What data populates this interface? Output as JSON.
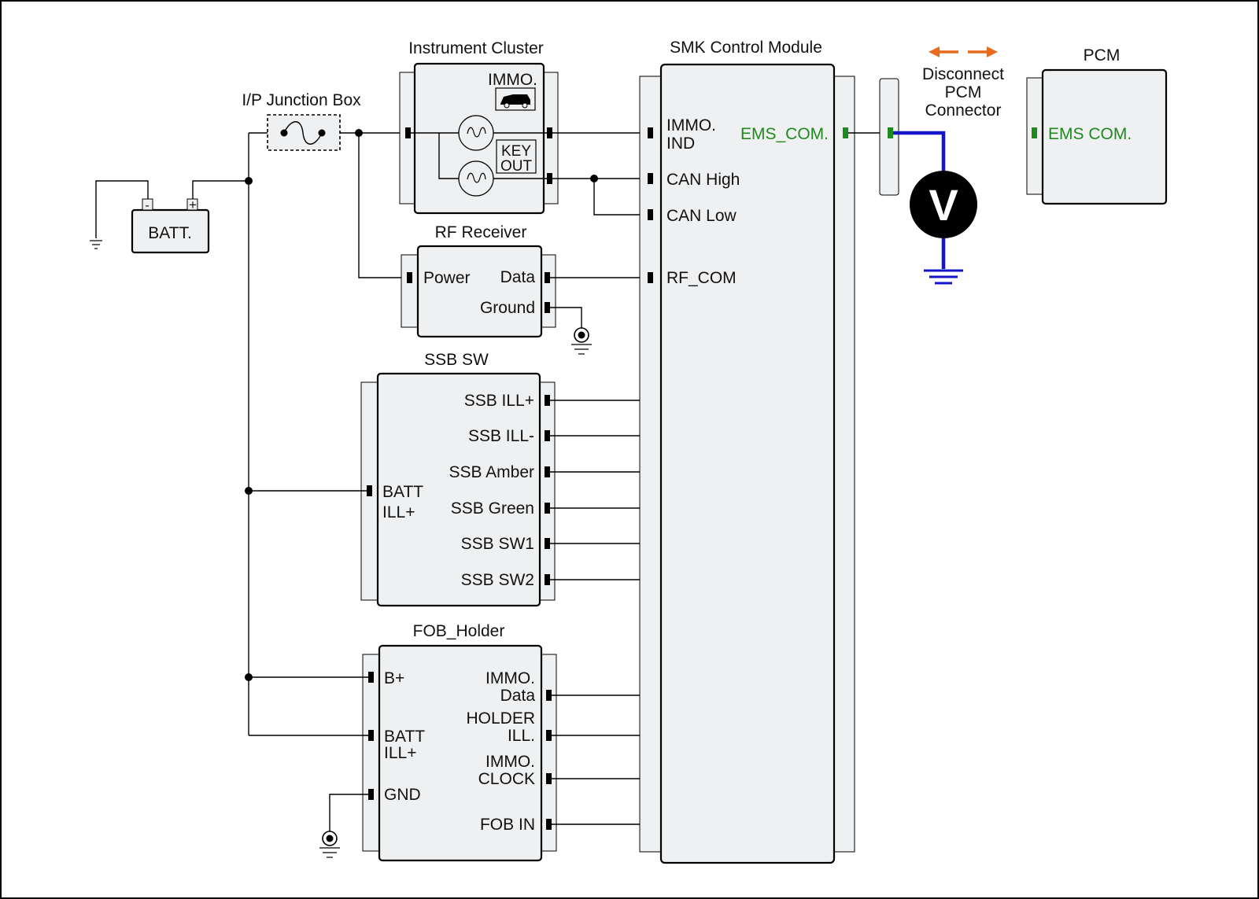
{
  "labels": {
    "ip_junction_box": "I/P Junction Box",
    "instrument_cluster": "Instrument Cluster",
    "immo_indicator": "IMMO.",
    "key_out": [
      "KEY",
      "OUT"
    ],
    "battery": "BATT.",
    "battery_minus": "-",
    "battery_plus": "+",
    "rf_receiver": "RF Receiver",
    "rf_power": "Power",
    "rf_data": "Data",
    "rf_ground": "Ground",
    "ssb_sw": "SSB SW",
    "ssb_batt_ill": [
      "BATT",
      "ILL+"
    ],
    "fob_holder": "FOB_Holder",
    "fob_b_plus": "B+",
    "fob_batt_ill": [
      "BATT",
      "ILL+"
    ],
    "fob_gnd": "GND",
    "smk_module": "SMK Control Module",
    "smk_immo_ind": [
      "IMMO.",
      "IND"
    ],
    "smk_ems_com": "EMS_COM.",
    "smk_can_high": "CAN High",
    "smk_can_low": "CAN Low",
    "smk_rf_com": "RF_COM",
    "disconnect_note": [
      "Disconnect",
      "PCM",
      "Connector"
    ],
    "pcm": "PCM",
    "pcm_ems_com": "EMS COM.",
    "voltmeter": "V"
  },
  "ssb_pins": [
    {
      "left": "SSB ILL+",
      "right": "SSB ILL+"
    },
    {
      "left": "SSB ILL-",
      "right": "SSB ILL-"
    },
    {
      "left": "SSB Amber",
      "right": "SSB Amber"
    },
    {
      "left": "SSB Green",
      "right": "SSB Green"
    },
    {
      "left": "SSB SW1",
      "right": "SSB SW1"
    },
    {
      "left": "SSB SW2",
      "right": "SSB SW2"
    }
  ],
  "fob_pins": [
    {
      "left": [
        "IMMO.",
        "Data"
      ],
      "right": "IMMO.Data"
    },
    {
      "left": [
        "HOLDER",
        "ILL."
      ],
      "right": "HOLDER ILL."
    },
    {
      "left": [
        "IMMO.",
        "CLOCK"
      ],
      "right": "IMMO. CLOCK"
    },
    {
      "left": [
        "FOB IN"
      ],
      "right": "FOB IN"
    }
  ],
  "colors": {
    "measurement_wire": "#1414c8",
    "ems_signal": "#1e8a1e",
    "disconnect_arrow": "#e86a1c"
  }
}
